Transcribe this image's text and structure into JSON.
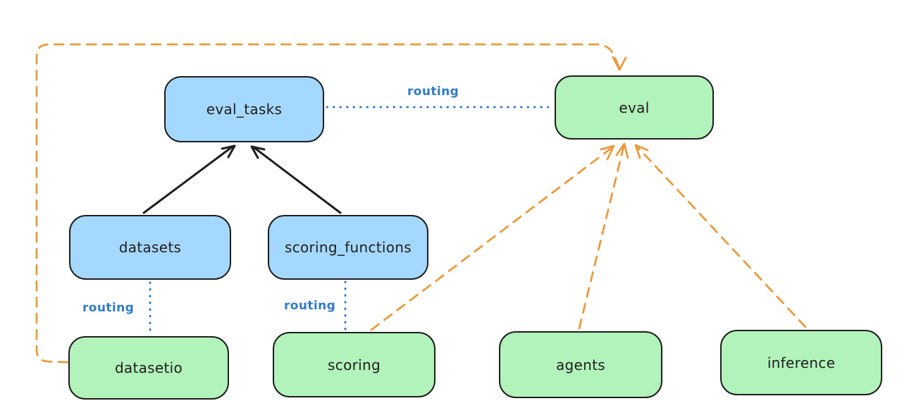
{
  "diagram": {
    "nodes": {
      "eval_tasks": {
        "label": "eval_tasks",
        "fill": "#a5d8ff"
      },
      "eval": {
        "label": "eval",
        "fill": "#b2f2bb"
      },
      "datasets": {
        "label": "datasets",
        "fill": "#a5d8ff"
      },
      "scoring_functions": {
        "label": "scoring_functions",
        "fill": "#a5d8ff"
      },
      "datasetio": {
        "label": "datasetio",
        "fill": "#b2f2bb"
      },
      "scoring": {
        "label": "scoring",
        "fill": "#b2f2bb"
      },
      "agents": {
        "label": "agents",
        "fill": "#b2f2bb"
      },
      "inference": {
        "label": "inference",
        "fill": "#b2f2bb"
      }
    },
    "edge_labels": {
      "eval_tasks_to_eval": "routing",
      "datasets_to_datasetio": "routing",
      "scoring_functions_to_scoring": "routing"
    },
    "colors": {
      "background": "#ffffff",
      "node_border": "#1e1e1e",
      "blue_fill": "#a5d8ff",
      "green_fill": "#b2f2bb",
      "routing_blue": "#2f7cc4",
      "solid_arrow_black": "#1e1e1e",
      "dashed_arrow_orange": "#e99b3d"
    }
  }
}
